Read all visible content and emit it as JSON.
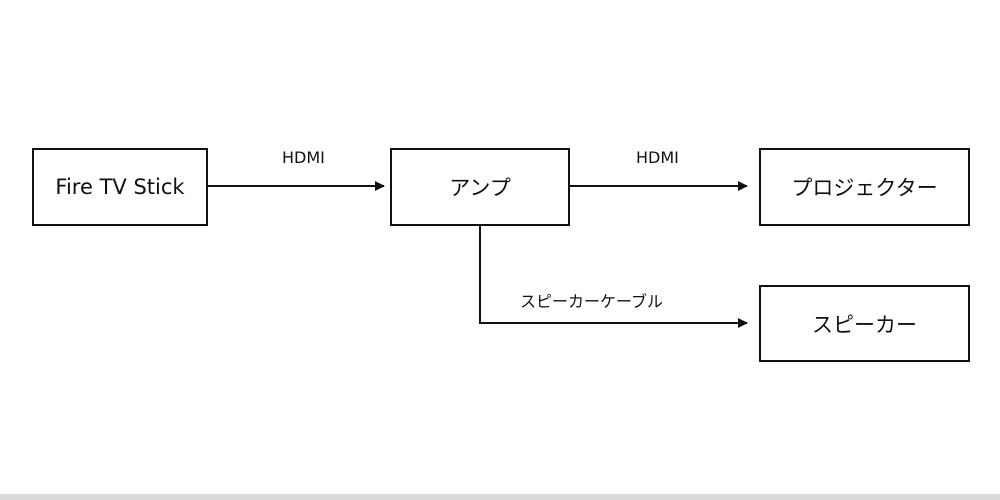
{
  "nodes": {
    "fire_tv_stick": "Fire TV Stick",
    "amp": "アンプ",
    "projector": "プロジェクター",
    "speaker": "スピーカー"
  },
  "edges": {
    "fire_to_amp": "HDMI",
    "amp_to_projector": "HDMI",
    "amp_to_speaker": "スピーカーケーブル"
  }
}
